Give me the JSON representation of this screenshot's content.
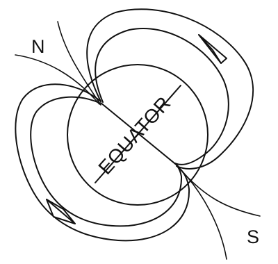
{
  "diagram": {
    "labels": {
      "north": "N",
      "south": "S",
      "equator": "EQUATOR"
    },
    "colors": {
      "ink": "#111111",
      "background": "#ffffff"
    },
    "icons": [
      "arrowhead-icon",
      "arrowhead-icon"
    ]
  }
}
